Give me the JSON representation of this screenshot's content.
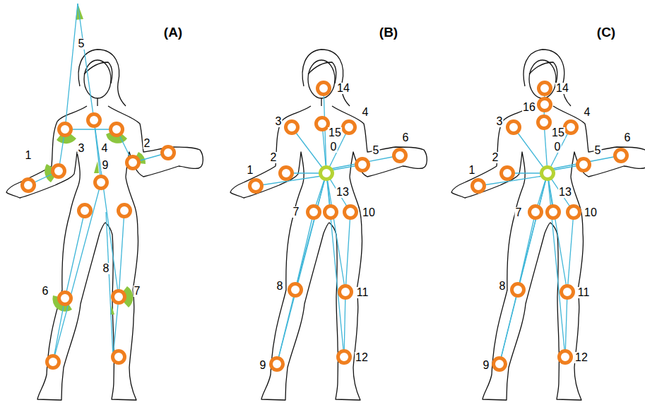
{
  "diagram": {
    "labels": [
      "(A)",
      "5",
      "1",
      "3",
      "4",
      "2",
      "9",
      "8",
      "6",
      "7",
      "(B)",
      "14",
      "3",
      "4",
      "15",
      "0",
      "6",
      "5",
      "2",
      "1",
      "13",
      "7",
      "10",
      "8",
      "11",
      "9",
      "12",
      "(C)",
      "14",
      "16",
      "3",
      "4",
      "15",
      "0",
      "6",
      "5",
      "2",
      "1",
      "13",
      "7",
      "10",
      "8",
      "11",
      "9",
      "12"
    ]
  }
}
